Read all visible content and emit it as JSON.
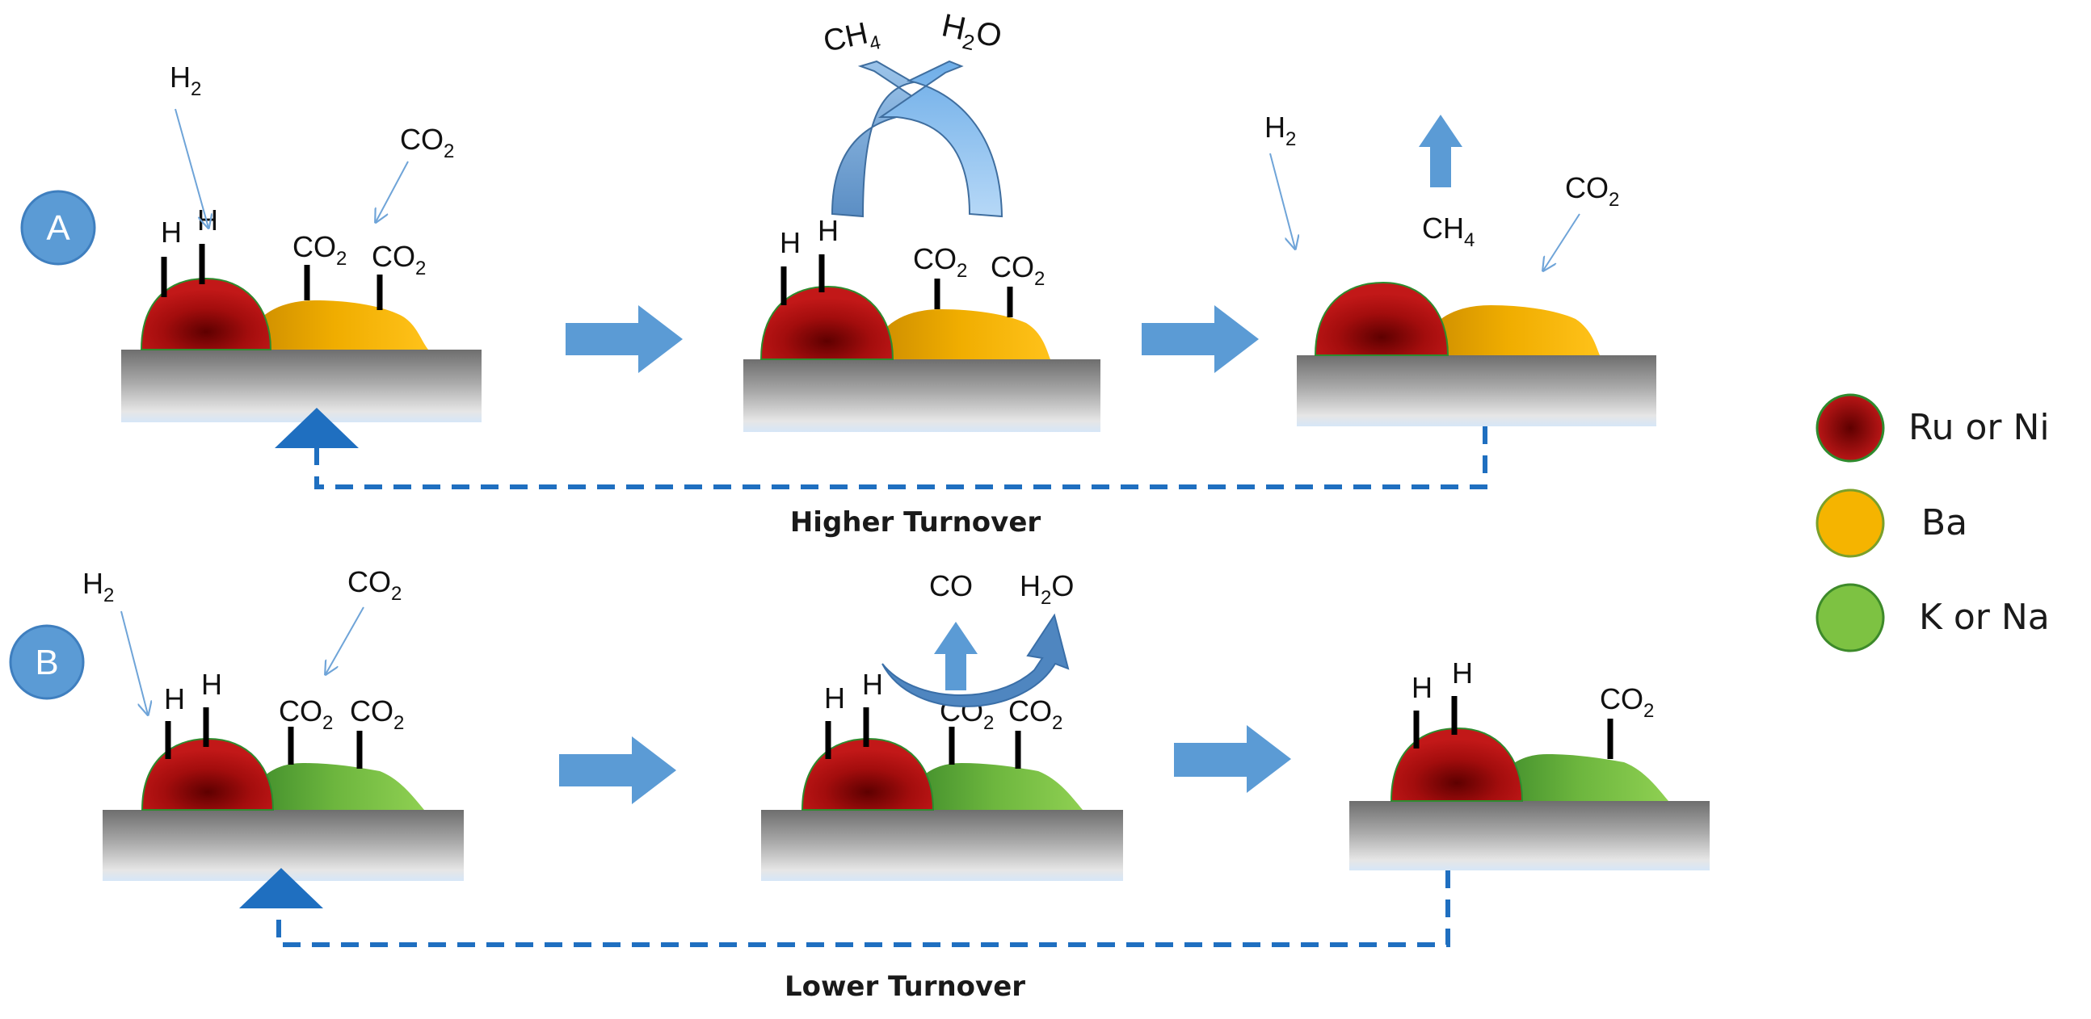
{
  "panel_a": {
    "badge": "A",
    "caption": "Higher Turnover",
    "step1": {
      "h2": "H",
      "h2_sub": "2",
      "co2": "CO",
      "co2_sub": "2",
      "h": "H",
      "co2_ads": "CO",
      "co2_ads_sub": "2"
    },
    "step2": {
      "ch4": "CH",
      "ch4_sub": "4",
      "h2o_pre": "H",
      "h2o_sub": "2",
      "h2o_post": "O",
      "h": "H",
      "co2_ads": "CO",
      "co2_ads_sub": "2"
    },
    "step3": {
      "h2": "H",
      "h2_sub": "2",
      "ch4": "CH",
      "ch4_sub": "4",
      "co2": "CO",
      "co2_sub": "2"
    }
  },
  "panel_b": {
    "badge": "B",
    "caption": "Lower Turnover",
    "step1": {
      "h2": "H",
      "h2_sub": "2",
      "co2": "CO",
      "co2_sub": "2",
      "h": "H",
      "co2_ads": "CO",
      "co2_ads_sub": "2"
    },
    "step2": {
      "co": "CO",
      "h2o_pre": "H",
      "h2o_sub": "2",
      "h2o_post": "O",
      "h": "H",
      "co2_ads": "CO",
      "co2_ads_sub": "2"
    },
    "step3": {
      "h": "H",
      "co2_ads": "CO",
      "co2_ads_sub": "2"
    }
  },
  "legend": [
    {
      "label": "Ru or Ni",
      "color": "#a30d0d"
    },
    {
      "label": "Ba",
      "color": "#f5b400"
    },
    {
      "label": "K or Na",
      "color": "#7dc242"
    }
  ],
  "colors": {
    "arrow_blue": "#5b9bd5",
    "feedback_blue": "#1f6fc0",
    "badge_blue": "#5b9bd5"
  }
}
